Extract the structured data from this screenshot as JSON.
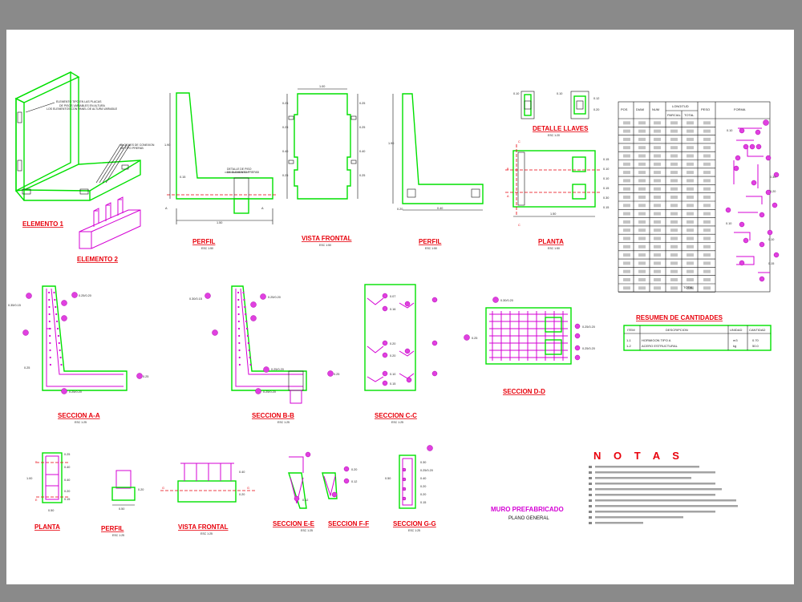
{
  "titles": {
    "elemento1": "ELEMENTO 1",
    "elemento2": "ELEMENTO 2",
    "perfil_a": "PERFIL",
    "vista_frontal_a": "VISTA FRONTAL",
    "perfil_b": "PERFIL",
    "detalle_llaves": "DETALLE LLAVES",
    "planta_a": "PLANTA",
    "seccion_aa": "SECCION A-A",
    "seccion_bb": "SECCION B-B",
    "seccion_cc": "SECCION C-C",
    "seccion_dd": "SECCION D-D",
    "resumen": "RESUMEN DE CANTIDADES",
    "planta_b": "PLANTA",
    "perfil_c": "PERFIL",
    "vista_frontal_b": "VISTA FRONTAL",
    "seccion_ee": "SECCION E-E",
    "seccion_ff": "SECCION F-F",
    "seccion_gg": "SECCION G-G"
  },
  "notas": {
    "header": "N O T A S"
  },
  "footer": {
    "project": "MURO PREFABRICADO",
    "sheet": "PLANO GENERAL"
  },
  "colors": {
    "background": "#8a8a8a",
    "sheet": "#ffffff",
    "concrete_outline": "#00e000",
    "rebar": "#d400d4",
    "title": "#e8000b"
  }
}
